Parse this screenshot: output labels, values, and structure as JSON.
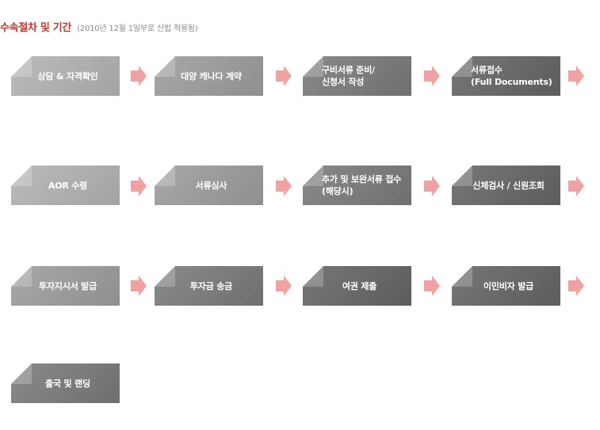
{
  "header": {
    "title": "수속절차 및 기간",
    "subtitle": "(2010년 12월 1일부로 신법 적용됨)"
  },
  "colors": {
    "title": "#c8322f",
    "arrow": "#f2a1a1",
    "step_shades": [
      "#b0b0b0",
      "#9a9a9a",
      "#7c7c7c",
      "#686868"
    ]
  },
  "steps": [
    {
      "label": "상담 & 자격확인"
    },
    {
      "label": "대양 캐나다 계약"
    },
    {
      "label": "구비서류 준비/\n신청서 작성"
    },
    {
      "label": "서류접수\n(Full Documents)"
    },
    {
      "label": "AOR 수령"
    },
    {
      "label": "서류심사"
    },
    {
      "label": "추가 및 보완서류 접수\n(해당시)"
    },
    {
      "label": "신체검사 / 신원조회"
    },
    {
      "label": "투자지시서 발급"
    },
    {
      "label": "투자금 송금"
    },
    {
      "label": "여권 제출"
    },
    {
      "label": "이민비자 발급"
    },
    {
      "label": "출국 및 랜딩"
    }
  ]
}
